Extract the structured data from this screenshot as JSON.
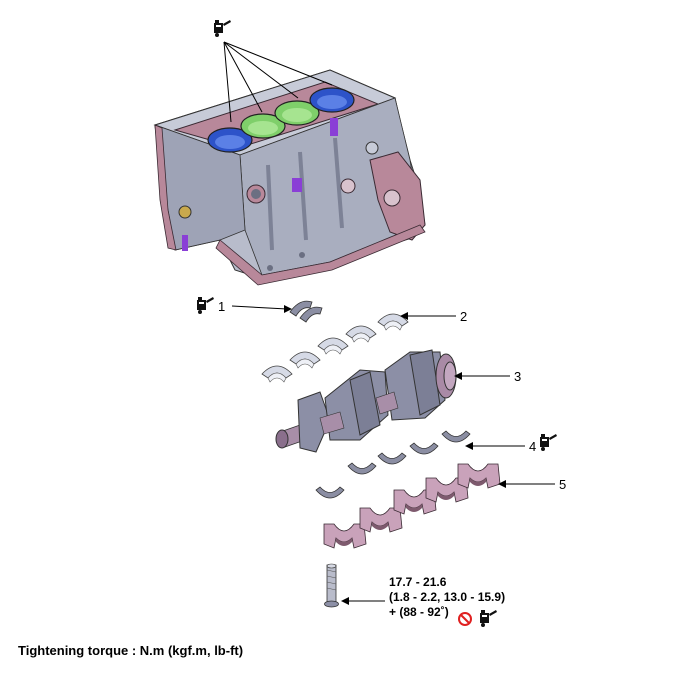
{
  "callouts": [
    {
      "id": "1",
      "label": "1"
    },
    {
      "id": "2",
      "label": "2"
    },
    {
      "id": "3",
      "label": "3"
    },
    {
      "id": "4",
      "label": "4"
    },
    {
      "id": "5",
      "label": "5"
    }
  ],
  "torque_spec": {
    "line1": "17.7 - 21.6",
    "line2": "(1.8 - 2.2, 13.0 - 15.9)",
    "line3": "+ (88 - 92˚)"
  },
  "footer_note": "Tightening torque : N.m (kgf.m, lb-ft)",
  "icons": [
    "oil-can-icon",
    "no-reuse-icon"
  ],
  "colors": {
    "block_body": "#b8bccb",
    "block_flange": "#b8889a",
    "bore_blue": "#2d53c9",
    "bore_green": "#7fcf6a",
    "crank": "#8c8fa6",
    "bearing_cap": "#c9a2ba",
    "bearing_shell": "#cfd4e2",
    "no_reuse_red": "#e02020"
  }
}
